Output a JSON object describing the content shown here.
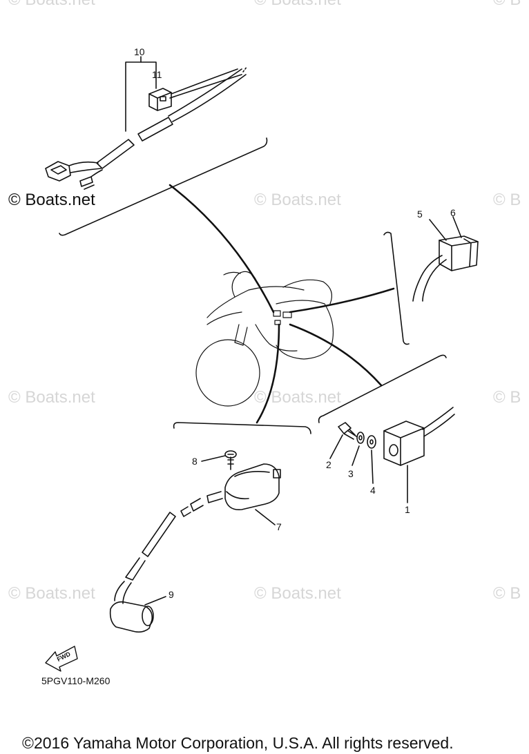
{
  "watermark": {
    "text": "© Boats.net",
    "text_partial": "© B",
    "text_top_left": "© Boats.net"
  },
  "callouts": {
    "c1": "1",
    "c2": "2",
    "c3": "3",
    "c4": "4",
    "c5": "5",
    "c6": "6",
    "c7": "7",
    "c8": "8",
    "c9": "9",
    "c10": "10",
    "c11": "11"
  },
  "direction_label": "FWD",
  "diagram_code": "5PGV110-M260",
  "copyright": "©2016 Yamaha Motor Corporation, U.S.A. All rights reserved."
}
